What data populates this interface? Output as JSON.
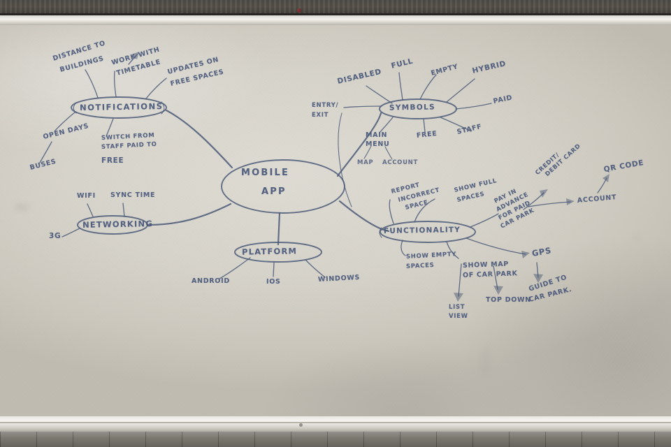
{
  "scene": {
    "medium": "whiteboard photograph",
    "ink_color": "#4d5c79",
    "board_color": "#d6d3ca",
    "frame_color": "#e9e7e1",
    "wall_color": "#565149"
  },
  "chart_data": {
    "type": "diagram",
    "title": "MOBILE APP",
    "diagram_kind": "mind map",
    "root": "MOBILE APP",
    "branches": [
      {
        "label": "NOTIFICATIONS",
        "children": [
          "DISTANCE TO BUILDINGS",
          "WORK WITH TIMETABLE",
          "UPDATES ON FREE SPACES",
          "OPEN DAYS",
          "BUSES",
          "SWITCH FROM STAFF PAID TO FREE"
        ]
      },
      {
        "label": "NETWORKING",
        "children": [
          "WIFI",
          "SYNC TIME",
          "3G"
        ]
      },
      {
        "label": "PLATFORM",
        "children": [
          "ANDROID",
          "IOS",
          "WINDOWS"
        ]
      },
      {
        "label": "SYMBOLS",
        "children": [
          "DISABLED",
          "FULL",
          "EMPTY",
          "HYBRID",
          "PAID",
          "STAFF",
          "FREE",
          "ENTRY/EXIT",
          "MAIN MENU"
        ],
        "grandchildren": {
          "MAIN MENU": [
            "MAP",
            "ACCOUNT"
          ]
        }
      },
      {
        "label": "FUNCTIONALITY",
        "children": [
          "REPORT INCORRECT SPACE",
          "SHOW FULL SPACES",
          "SHOW EMPTY SPACES",
          "PAY IN ADVANCE FOR PAID CAR PARK",
          "SHOW MAP OF CAR PARK",
          "GPS"
        ],
        "grandchildren": {
          "PAY IN ADVANCE FOR PAID CAR PARK": [
            "CREDIT/DEBIT CARD",
            "ACCOUNT"
          ],
          "ACCOUNT": [
            "QR CODE"
          ],
          "SHOW MAP OF CAR PARK": [
            "LIST VIEW",
            "TOP DOWN"
          ],
          "GPS": [
            "GUIDE TO CAR PARK."
          ]
        }
      }
    ]
  },
  "nodes": {
    "root": "MOBILE\nAPP",
    "root_line1": "MOBILE",
    "root_line2": "APP",
    "notifications": "NOTIFICATIONS",
    "networking": "NETWORKING",
    "platform": "PLATFORM",
    "symbols": "SYMBOLS",
    "functionality": "FUNCTIONALITY"
  },
  "labels": {
    "distance_to": "DISTANCE TO",
    "buildings": "BUILDINGS",
    "work_with": "WORK WITH",
    "timetable": "TIMETABLE",
    "updates_on": "UPDATES ON",
    "free_spaces": "FREE SPACES",
    "open_days": "OPEN DAYS",
    "buses": "BUSES",
    "switch_from": "SWITCH FROM",
    "staff_paid_to": "STAFF PAID TO",
    "free_line": "FREE",
    "wifi": "WIFI",
    "sync_time": "SYNC TIME",
    "threeg": "3G",
    "android": "ANDROID",
    "ios": "IOS",
    "windows": "WINDOWS",
    "disabled": "DISABLED",
    "full": "FULL",
    "empty": "EMPTY",
    "hybrid": "HYBRID",
    "paid": "PAID",
    "staff": "STAFF",
    "free_sym": "FREE",
    "entry": "ENTRY/",
    "exit": "EXIT",
    "main": "MAIN",
    "menu": "MENU",
    "map": "MAP",
    "account_sym": "ACCOUNT",
    "report": "REPORT",
    "incorrect": "INCORRECT",
    "space": "SPACE",
    "show_full": "SHOW FULL",
    "spaces": "SPACES",
    "show_empty": "SHOW EMPTY",
    "spaces2": "SPACES",
    "pay_in": "PAY IN",
    "advance": "ADVANCE",
    "for_paid": "FOR PAID",
    "car_park": "CAR PARK",
    "credit": "CREDIT/",
    "debit_card": "DEBIT CARD",
    "account_fn": "ACCOUNT",
    "qr_code": "QR CODE",
    "show_map": "SHOW MAP",
    "of_car_park": "OF CAR PARK",
    "list_view1": "LIST",
    "list_view2": "VIEW",
    "top_down": "TOP DOWN",
    "gps": "GPS",
    "guide_to": "GUIDE TO",
    "car_park2": "CAR PARK."
  }
}
